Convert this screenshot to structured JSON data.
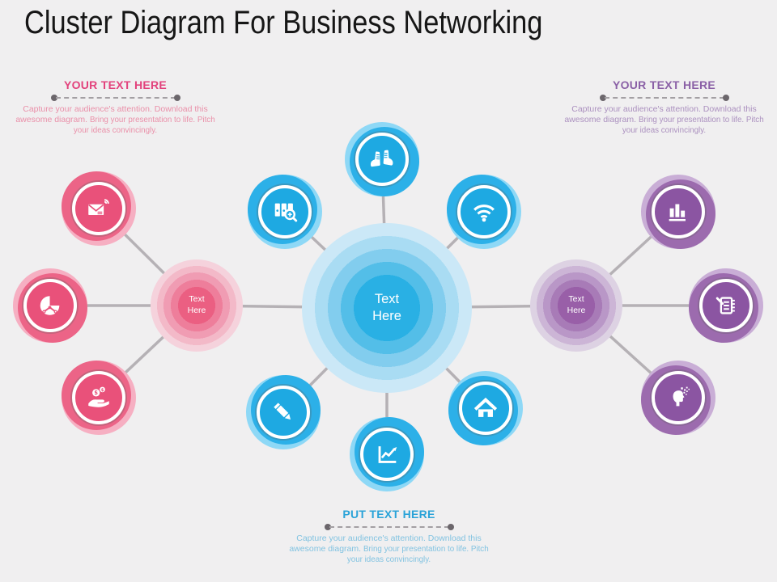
{
  "title": "Cluster Diagram For Business Networking",
  "text_blocks": {
    "top_left": {
      "heading": "YOUR TEXT HERE",
      "body_1": "Capture your audience's attention. Download this awesome diagram.",
      "body_2": "Bring your presentation to life. Pitch your ideas convincingly.",
      "accent_color": "#e2427c"
    },
    "top_right": {
      "heading": "YOUR TEXT HERE",
      "body_1": "Capture your audience's attention. Download this awesome diagram.",
      "body_2": "Bring your presentation to life. Pitch your ideas convincingly.",
      "accent_color": "#8a60a6"
    },
    "bottom": {
      "heading": "PUT TEXT HERE",
      "body_1": "Capture your audience's attention. Download this awesome diagram.",
      "body_2": "Bring your presentation to life. Pitch your ideas convincingly.",
      "accent_color": "#2aa3d8"
    }
  },
  "clusters": {
    "center": {
      "label": "Text Here",
      "color": "#29b0e4",
      "satellites": [
        {
          "icon": "running-shoes-icon"
        },
        {
          "icon": "archive-search-icon"
        },
        {
          "icon": "wifi-icon"
        },
        {
          "icon": "pencil-icon"
        },
        {
          "icon": "line-chart-icon"
        },
        {
          "icon": "home-icon"
        }
      ]
    },
    "left": {
      "label": "Text Here",
      "color": "#eb5f82",
      "satellites": [
        {
          "icon": "mail-signal-icon"
        },
        {
          "icon": "clock-pie-icon"
        },
        {
          "icon": "money-hand-icon"
        }
      ]
    },
    "right": {
      "label": "Text Here",
      "color": "#995fa8",
      "satellites": [
        {
          "icon": "bar-chart-icon"
        },
        {
          "icon": "notebook-pen-icon"
        },
        {
          "icon": "digital-head-icon"
        }
      ]
    }
  }
}
